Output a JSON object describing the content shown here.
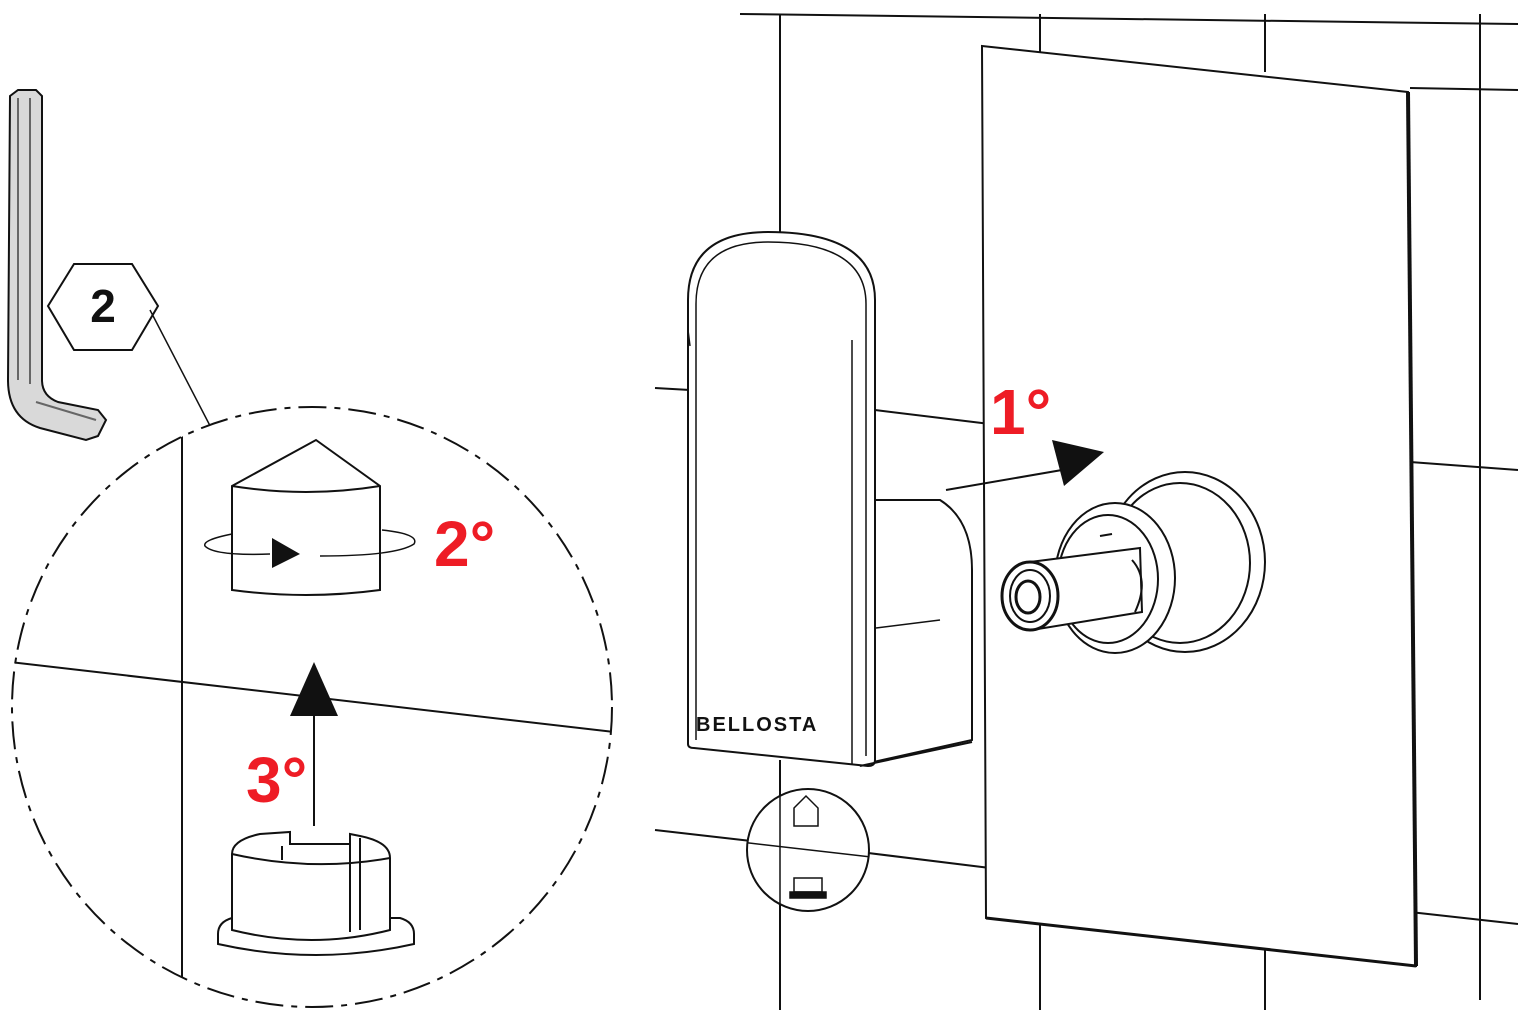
{
  "colors": {
    "step_label": "#ee1c25",
    "line": "#111111",
    "hex_key_fill": "#d9d9d9",
    "background": "#ffffff"
  },
  "hex_key": {
    "size_label": "2",
    "icon": "hex-key-icon"
  },
  "steps": {
    "step1": "1°",
    "step2": "2°",
    "step3": "3°"
  },
  "handle": {
    "brand": "BELLOSTA"
  },
  "icons": [
    "hex-key-icon",
    "rotate-arrow-icon",
    "up-arrow-icon",
    "push-arrow-icon"
  ]
}
